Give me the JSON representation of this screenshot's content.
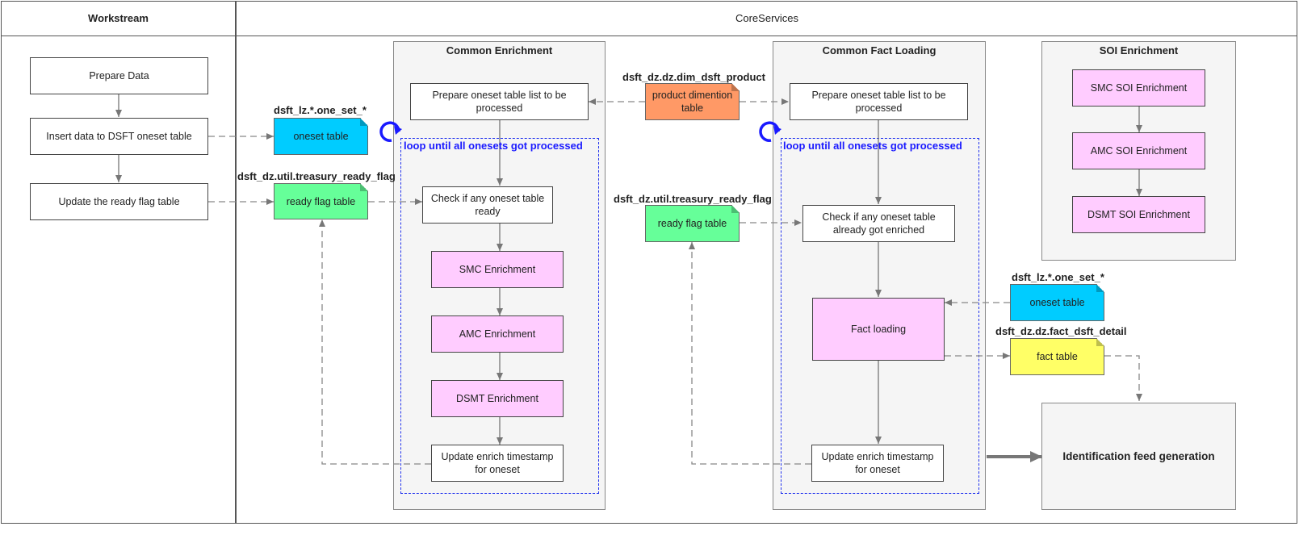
{
  "lanes": {
    "workstream": "Workstream",
    "coreservices": "CoreServices"
  },
  "workstream": {
    "prepare_data": "Prepare Data",
    "insert_data": "Insert data to DSFT oneset table",
    "update_ready_flag": "Update the ready flag table"
  },
  "tables": {
    "oneset_left_name": "dsft_lz.*.one_set_*",
    "oneset_left_label": "oneset table",
    "ready_flag_left_name": "dsft_dz.util.treasury_ready_flag",
    "ready_flag_left_label": "ready flag table",
    "product_name": "dsft_dz.dz.dim_dsft_product",
    "product_label": "product dimention table",
    "ready_flag_mid_name": "dsft_dz.util.treasury_ready_flag",
    "ready_flag_mid_label": "ready flag table",
    "oneset_right_name": "dsft_lz.*.one_set_*",
    "oneset_right_label": "oneset table",
    "fact_name": "dsft_dz.dz.fact_dsft_detail",
    "fact_label": "fact table"
  },
  "common_enrichment": {
    "title": "Common Enrichment",
    "prepare_list": "Prepare oneset table list to be processed",
    "loop_label": "loop until all onesets got processed",
    "check_ready": "Check if any oneset table ready",
    "smc": "SMC Enrichment",
    "amc": "AMC Enrichment",
    "dsmt": "DSMT Enrichment",
    "update_ts": "Update enrich timestamp for oneset"
  },
  "common_fact_loading": {
    "title": "Common Fact Loading",
    "prepare_list": "Prepare oneset table list to be processed",
    "loop_label": "loop until all onesets got processed",
    "check_enriched": "Check if any oneset table already got enriched",
    "fact_loading": "Fact loading",
    "update_ts": "Update enrich timestamp for oneset"
  },
  "soi_enrichment": {
    "title": "SOI Enrichment",
    "smc": "SMC SOI Enrichment",
    "amc": "AMC SOI Enrichment",
    "dsmt": "DSMT SOI Enrichment"
  },
  "identification_feed": "Identification feed generation",
  "colors": {
    "pink": "#ffccff",
    "cyan": "#00ccff",
    "green": "#66ff99",
    "orange": "#ff9966",
    "yellow": "#ffff66",
    "loop_blue": "#1a1aff"
  }
}
